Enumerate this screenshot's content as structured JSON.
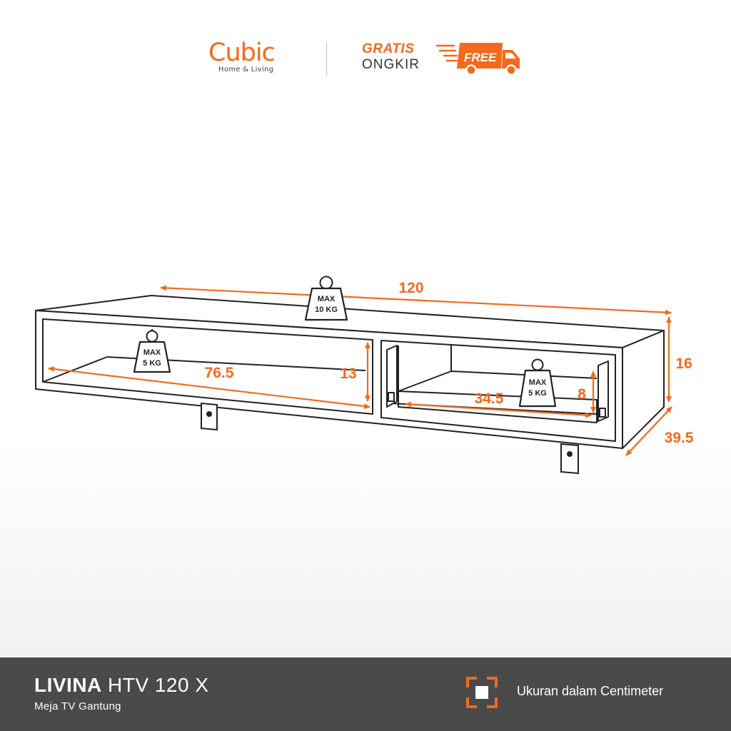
{
  "header": {
    "brand_name": "Cubic",
    "brand_tagline": "Home & Living",
    "gratis": "GRATIS",
    "ongkir": "ONGKIR",
    "free": "FREE"
  },
  "diagram": {
    "width_label": "120",
    "height_label": "16",
    "depth_label": "39.5",
    "left_inner_width_label": "76.5",
    "left_inner_height_label": "13",
    "drawer_width_label": "34.5",
    "drawer_height_label": "8",
    "weight_top": {
      "line1": "MAX",
      "line2": "10 KG"
    },
    "weight_left": {
      "line1": "MAX",
      "line2": "5 KG"
    },
    "weight_drawer": {
      "line1": "MAX",
      "line2": "5 KG"
    }
  },
  "footer": {
    "product_name_bold": "LIVINA",
    "product_code": " HTV 120 X",
    "product_subtitle": "Meja TV Gantung",
    "unit_note": "Ukuran dalam Centimeter"
  },
  "colors": {
    "accent": "#f26a1b",
    "line": "#222222",
    "footer_bg": "#4a4a4a"
  }
}
